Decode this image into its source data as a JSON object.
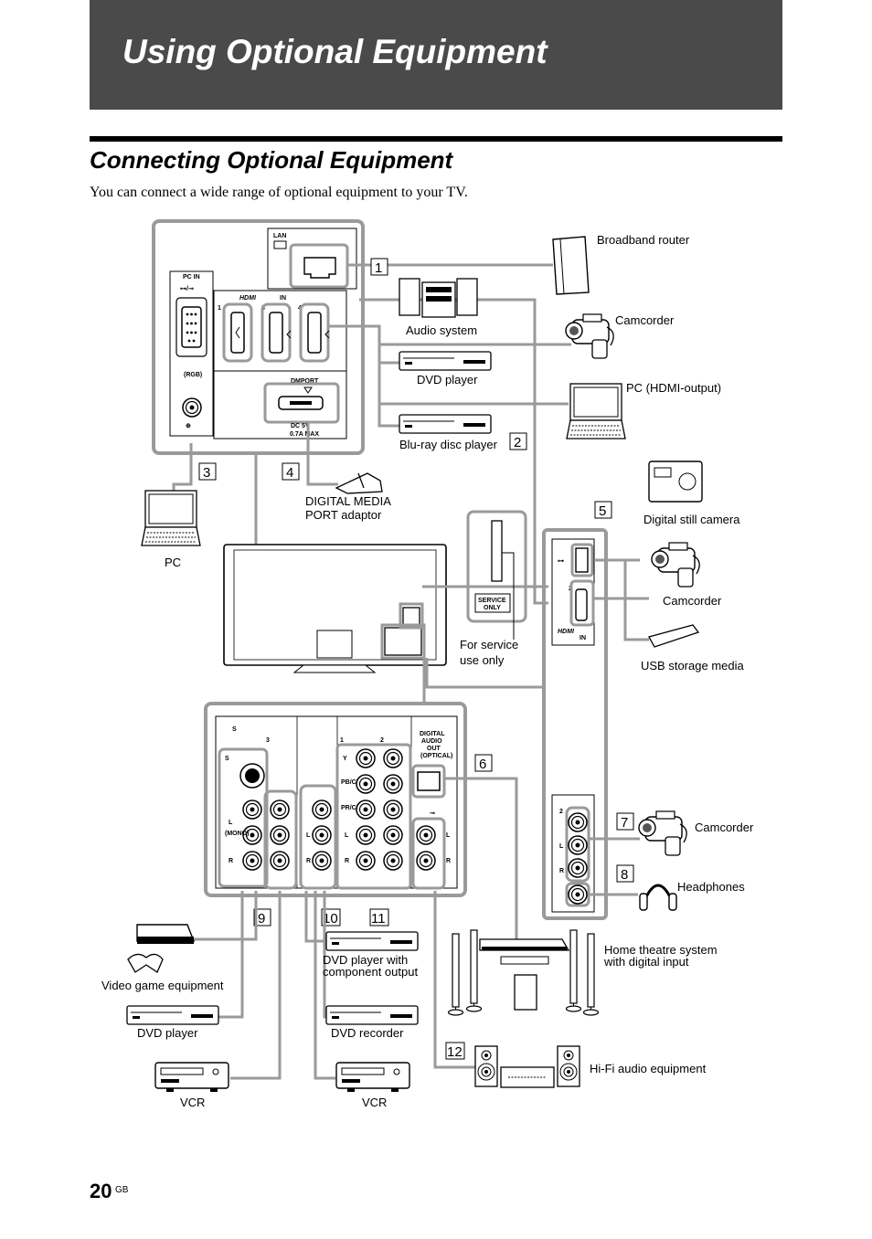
{
  "header": {
    "title": "Using Optional Equipment"
  },
  "section": {
    "title": "Connecting Optional Equipment",
    "intro": "You can connect a wide range of optional equipment to your TV."
  },
  "panel_labels": {
    "lan": "LAN",
    "pc_in": "PC IN",
    "rgb": "(RGB)",
    "hdmi_in": "IN",
    "hdmi_ports": [
      "1",
      "3",
      "4"
    ],
    "dmport": "DMPORT",
    "dc_rating": "DC 5V",
    "dc_max": "0.7A MAX",
    "service": "SERVICE",
    "only": "ONLY",
    "digital_audio_out": [
      "DIGITAL",
      "AUDIO",
      "OUT",
      "(OPTICAL)"
    ],
    "y": "Y",
    "pb": "PB/CB",
    "pr": "PR/CR",
    "l": "L",
    "mono": "(MONO)",
    "r": "R",
    "s_video": "S",
    "side_hdmi_port": "2"
  },
  "callouts": [
    "1",
    "2",
    "3",
    "4",
    "5",
    "6",
    "7",
    "8",
    "9",
    "10",
    "11",
    "12"
  ],
  "devices": {
    "broadband_router": "Broadband router",
    "audio_system": "Audio system",
    "camcorder_top": "Camcorder",
    "dvd_player_top": "DVD player",
    "pc_hdmi": "PC (HDMI-output)",
    "bluray": "Blu-ray disc player",
    "pc": "PC",
    "dmport_adaptor_1": "DIGITAL MEDIA",
    "dmport_adaptor_2": "PORT adaptor",
    "digital_still_camera": "Digital still camera",
    "camcorder_side": "Camcorder",
    "usb_storage": "USB storage media",
    "service_use_1": "For service",
    "service_use_2": "use only",
    "camcorder_bottom": "Camcorder",
    "headphones": "Headphones",
    "video_game": "Video game equipment",
    "dvd_player_bottom": "DVD player",
    "vcr_left": "VCR",
    "dvd_component_1": "DVD player with",
    "dvd_component_2": "component output",
    "dvd_recorder": "DVD recorder",
    "vcr_right": "VCR",
    "home_theatre_1": "Home theatre system",
    "home_theatre_2": "with digital input",
    "hifi": "Hi-Fi audio equipment"
  },
  "footer": {
    "page_number": "20",
    "suffix": "GB"
  }
}
